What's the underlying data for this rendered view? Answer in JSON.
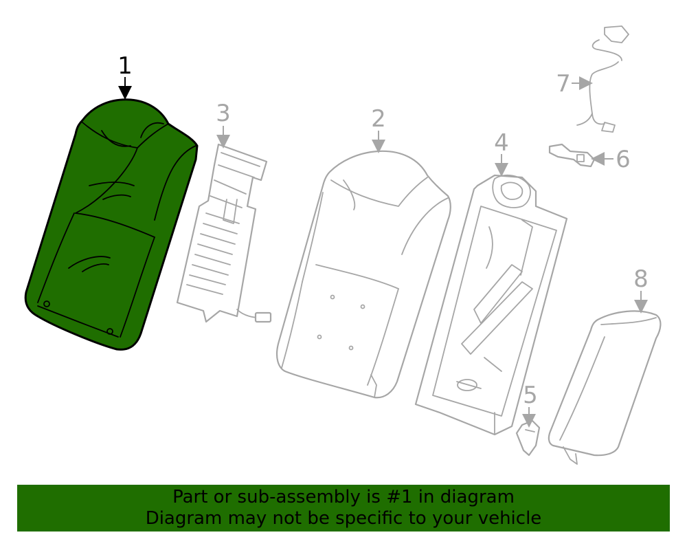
{
  "diagram": {
    "highlighted_part": "1",
    "callouts": [
      {
        "id": "1",
        "label": "1"
      },
      {
        "id": "2",
        "label": "2"
      },
      {
        "id": "3",
        "label": "3"
      },
      {
        "id": "4",
        "label": "4"
      },
      {
        "id": "5",
        "label": "5"
      },
      {
        "id": "6",
        "label": "6"
      },
      {
        "id": "7",
        "label": "7"
      },
      {
        "id": "8",
        "label": "8"
      }
    ]
  },
  "colors": {
    "highlight": "#1f6e00",
    "outline": "#a6a6a6",
    "banner": "#1f6e00"
  },
  "banner": {
    "line1": "Part or sub-assembly is #1 in diagram",
    "line2": "Diagram may not be specific to your vehicle"
  }
}
